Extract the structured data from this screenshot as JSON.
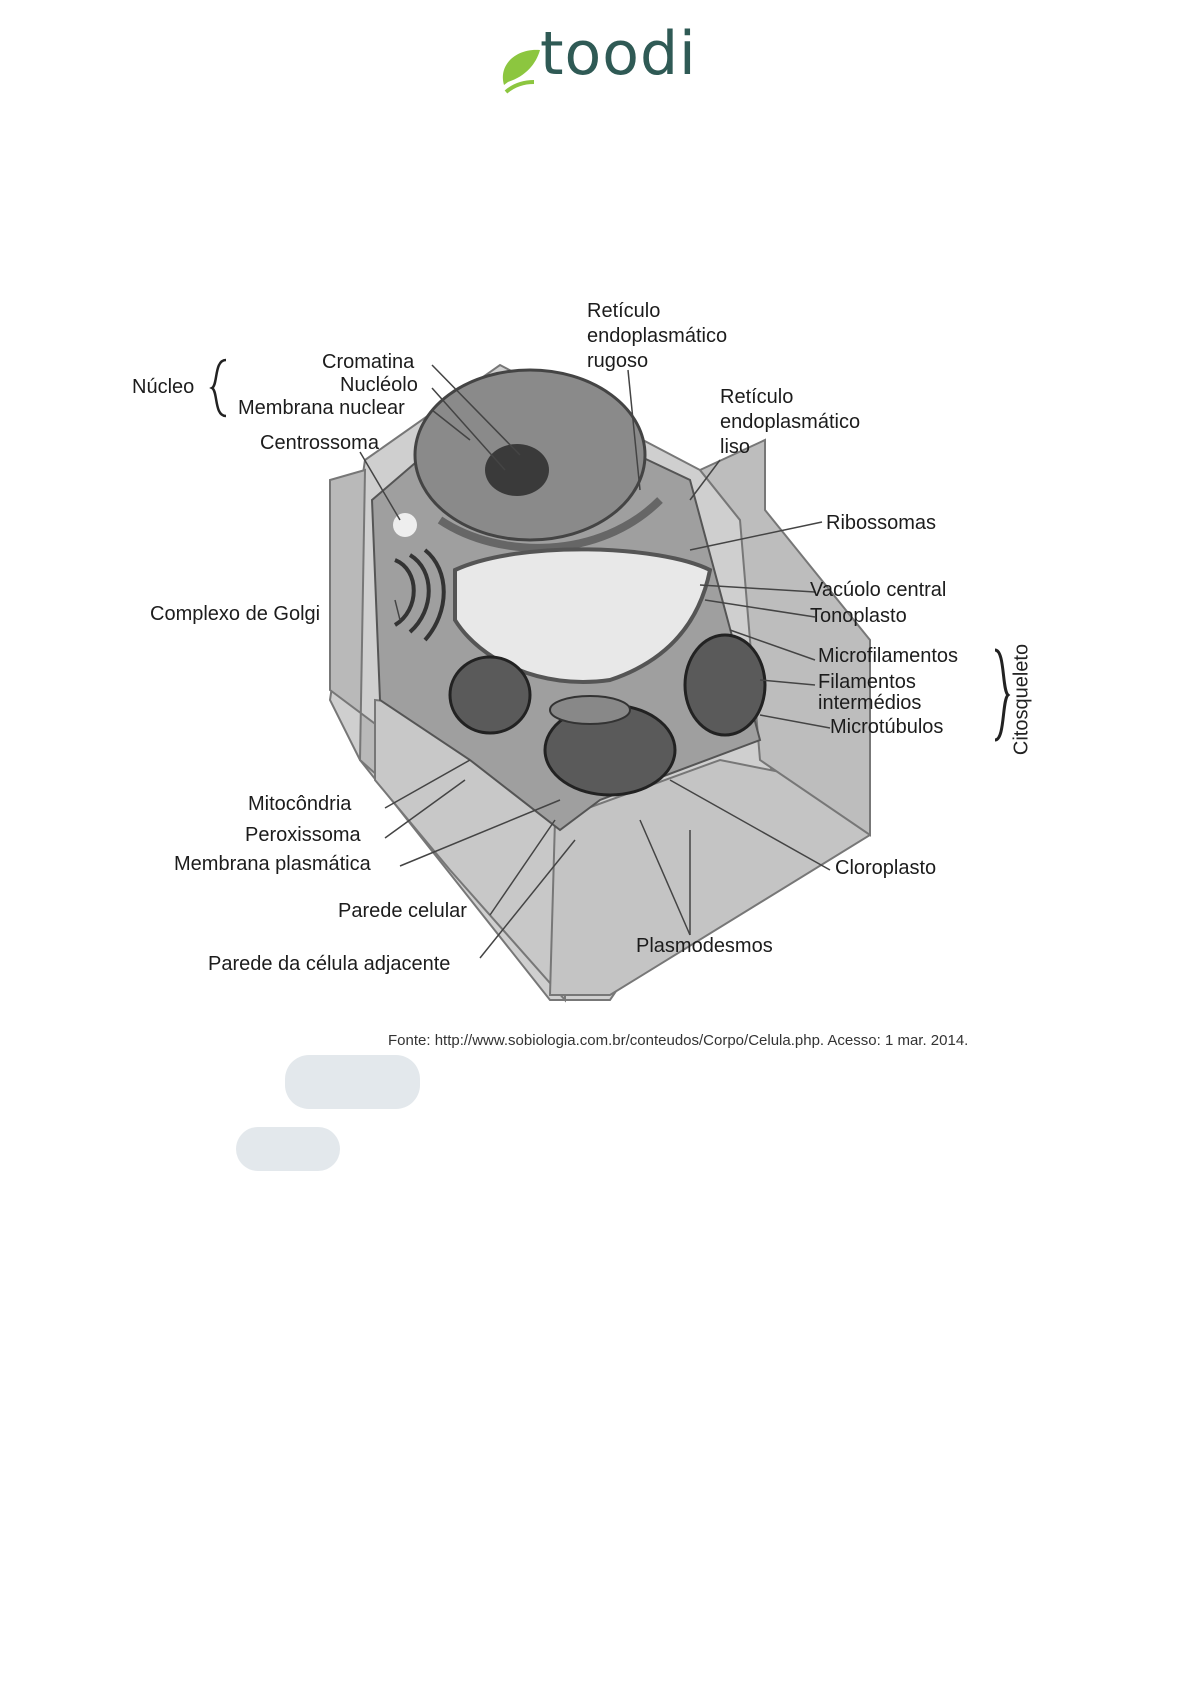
{
  "brand": {
    "name": "toodi",
    "primary": "#2f5a55",
    "accent": "#8cc63f"
  },
  "diagram": {
    "labels": {
      "nucleo": "Núcleo",
      "cromatina": "Cromatina",
      "nucleolo": "Nucléolo",
      "membrana_nuclear": "Membrana nuclear",
      "centrossoma": "Centrossoma",
      "complexo_golgi": "Complexo de Golgi",
      "mitocondria": "Mitocôndria",
      "peroxissoma": "Peroxissoma",
      "membrana_plasmatica": "Membrana plasmática",
      "parede_celular": "Parede celular",
      "parede_adjacente": "Parede da célula adjacente",
      "rer_1": "Retículo",
      "rer_2": "endoplasmático",
      "rer_3": "rugoso",
      "rel_1": "Retículo",
      "rel_2": "endoplasmático",
      "rel_3": "liso",
      "ribossomas": "Ribossomas",
      "vacuolo": "Vacúolo central",
      "tonoplasto": "Tonoplasto",
      "microfilamentos": "Microfilamentos",
      "filamentos_1": "Filamentos",
      "filamentos_2": "intermédios",
      "microtubulos": "Microtúbulos",
      "citosqueleto": "Citosqueleto",
      "cloroplasto": "Cloroplasto",
      "plasmodesmos": "Plasmodesmos"
    },
    "source": "Fonte: http://www.sobiologia.com.br/conteudos/Corpo/Celula.php. Acesso: 1 mar. 2014."
  }
}
